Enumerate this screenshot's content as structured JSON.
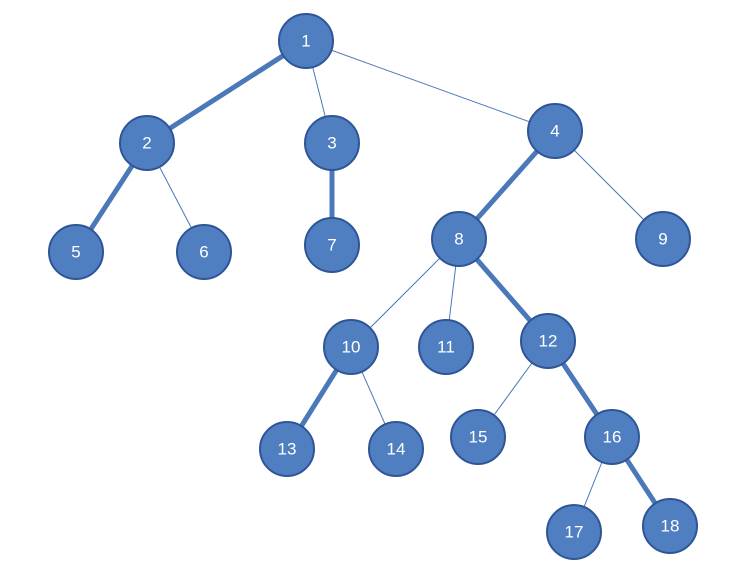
{
  "diagram": {
    "nodes": [
      {
        "id": "1",
        "label": "1"
      },
      {
        "id": "2",
        "label": "2"
      },
      {
        "id": "3",
        "label": "3"
      },
      {
        "id": "4",
        "label": "4"
      },
      {
        "id": "5",
        "label": "5"
      },
      {
        "id": "6",
        "label": "6"
      },
      {
        "id": "7",
        "label": "7"
      },
      {
        "id": "8",
        "label": "8"
      },
      {
        "id": "9",
        "label": "9"
      },
      {
        "id": "10",
        "label": "10"
      },
      {
        "id": "11",
        "label": "11"
      },
      {
        "id": "12",
        "label": "12"
      },
      {
        "id": "13",
        "label": "13"
      },
      {
        "id": "14",
        "label": "14"
      },
      {
        "id": "15",
        "label": "15"
      },
      {
        "id": "16",
        "label": "16"
      },
      {
        "id": "17",
        "label": "17"
      },
      {
        "id": "18",
        "label": "18"
      }
    ],
    "edges": [
      {
        "from": "1",
        "to": "2",
        "heavy": true
      },
      {
        "from": "1",
        "to": "3",
        "heavy": false
      },
      {
        "from": "1",
        "to": "4",
        "heavy": false
      },
      {
        "from": "2",
        "to": "5",
        "heavy": true
      },
      {
        "from": "2",
        "to": "6",
        "heavy": false
      },
      {
        "from": "3",
        "to": "7",
        "heavy": true
      },
      {
        "from": "4",
        "to": "8",
        "heavy": true
      },
      {
        "from": "4",
        "to": "9",
        "heavy": false
      },
      {
        "from": "8",
        "to": "10",
        "heavy": false
      },
      {
        "from": "8",
        "to": "11",
        "heavy": false
      },
      {
        "from": "8",
        "to": "12",
        "heavy": true
      },
      {
        "from": "10",
        "to": "13",
        "heavy": true
      },
      {
        "from": "10",
        "to": "14",
        "heavy": false
      },
      {
        "from": "12",
        "to": "15",
        "heavy": false
      },
      {
        "from": "12",
        "to": "16",
        "heavy": true
      },
      {
        "from": "16",
        "to": "17",
        "heavy": false
      },
      {
        "from": "16",
        "to": "18",
        "heavy": true
      }
    ],
    "colors": {
      "node_fill": "#4f7fc0",
      "node_stroke": "#2f5597",
      "edge": "#4a78b8",
      "label": "#ffffff"
    }
  }
}
